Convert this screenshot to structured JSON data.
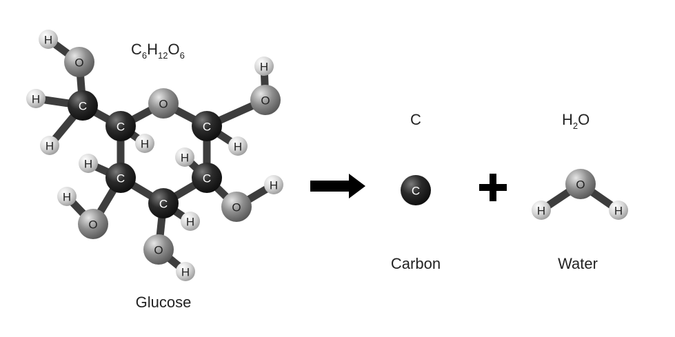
{
  "glucose": {
    "formula": {
      "c": "C",
      "c_sub": "6",
      "h": "H",
      "h_sub": "12",
      "o": "O",
      "o_sub": "6"
    },
    "name": "Glucose"
  },
  "carbon": {
    "symbol": "C",
    "name": "Carbon"
  },
  "water": {
    "formula": {
      "h": "H",
      "h_sub": "2",
      "o": "O"
    },
    "name": "Water"
  },
  "atoms": {
    "carbon": "C",
    "oxygen": "O",
    "hydrogen": "H"
  },
  "colors": {
    "carbon": "#2b2b2b",
    "oxygen": "#8e8e8e",
    "hydrogen": "#d6d6d6",
    "bond": "#3d3d3d",
    "text": "#222222"
  }
}
